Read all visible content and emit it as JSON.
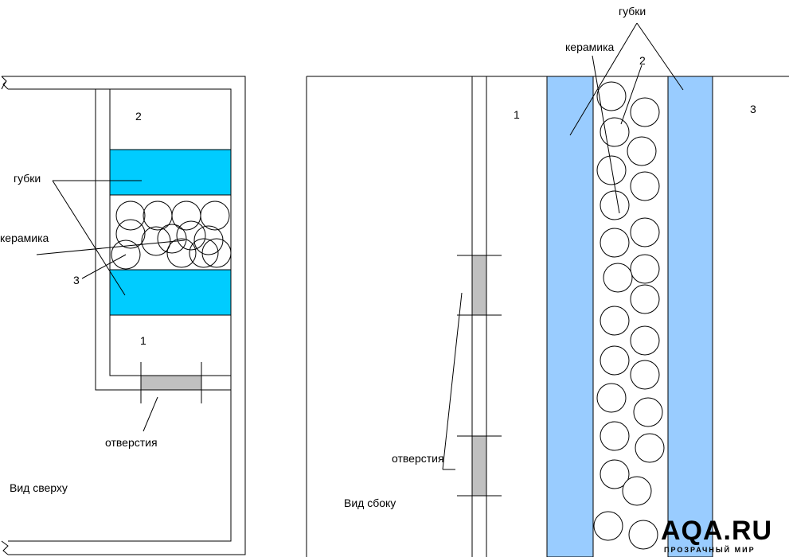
{
  "colors": {
    "sponge_top_view": "#00ccff",
    "sponge_side_view": "#99ccff",
    "hole": "#c0c0c0",
    "outline": "#000000",
    "background": "#ffffff"
  },
  "top_view": {
    "title": "Вид сверху",
    "label_sponges": "губки",
    "label_ceramics": "керамика",
    "label_holes": "отверстия",
    "label_1": "1",
    "label_2": "2",
    "label_3": "3"
  },
  "side_view": {
    "title": "Вид сбоку",
    "label_sponges": "губки",
    "label_ceramics": "керамика",
    "label_holes": "отверстия",
    "label_1": "1",
    "label_2": "2",
    "label_3": "3"
  },
  "watermark": {
    "main": "AQA.RU",
    "sub": "ПРОЗРАЧНЫЙ МИР"
  }
}
